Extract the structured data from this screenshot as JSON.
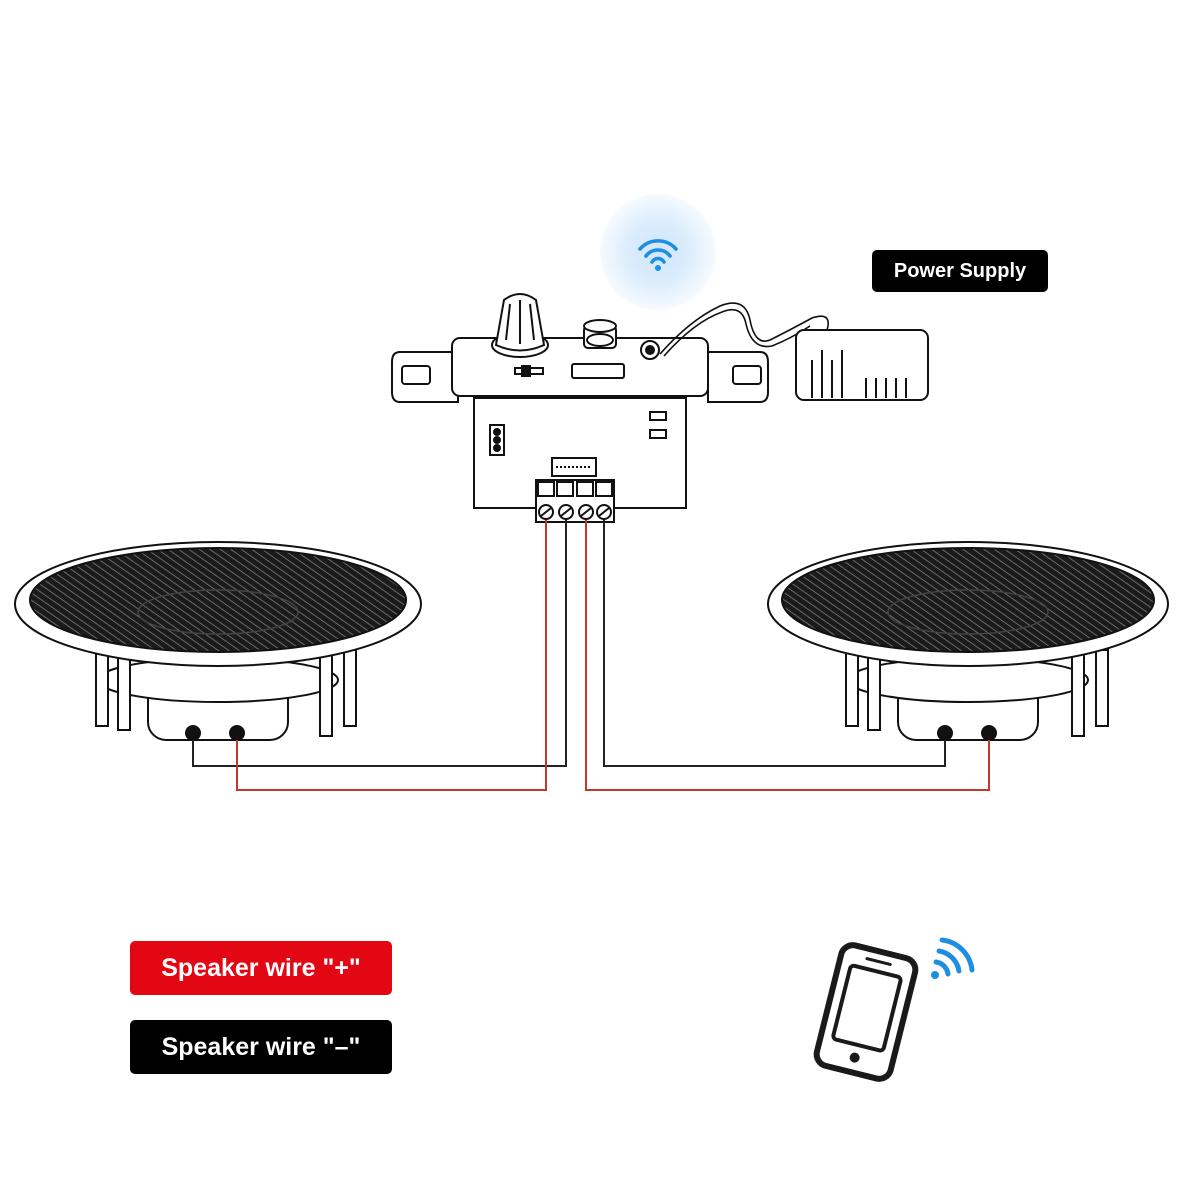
{
  "labels": {
    "power_supply": "Power Supply",
    "speaker_wire_plus": "Speaker wire \"+\"",
    "speaker_wire_minus": "Speaker wire \"–\""
  },
  "colors": {
    "plus_wire": "#c0392b",
    "minus_wire": "#222222",
    "bluetooth_accent": "#1e8ee0",
    "plus_badge": "#e30613",
    "minus_badge": "#000000"
  },
  "icons": {
    "wireless_signal": "wifi-icon",
    "phone": "smartphone-icon",
    "phone_signal": "signal-waves-icon"
  }
}
